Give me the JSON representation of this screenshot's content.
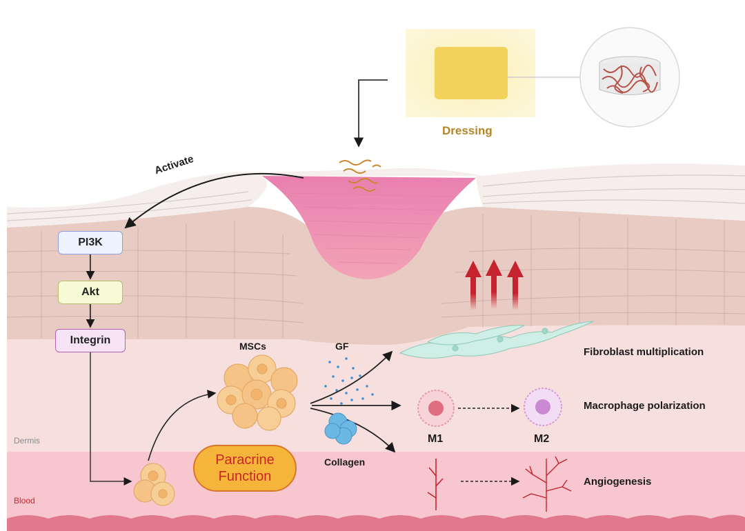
{
  "dressing_label": "Dressing",
  "activate_label": "Activate",
  "pathway": {
    "pi3k": "PI3K",
    "akt": "Akt",
    "integrin": "Integrin"
  },
  "mscs_label": "MSCs",
  "gf_label": "GF",
  "collagen_label": "Collagen",
  "paracrine": {
    "line1": "Paracrine",
    "line2": "Function"
  },
  "outcomes": {
    "fibroblast": "Fibroblast multiplication",
    "macrophage": "Macrophage polarization",
    "angiogenesis": "Angiogenesis"
  },
  "m1_label": "M1",
  "m2_label": "M2",
  "layers": {
    "dermis": "Dermis",
    "blood": "Blood"
  },
  "colors": {
    "wound": "#ef9ab8",
    "dermis": "#f6dfdc",
    "blood": "#f7c6cf",
    "paracrine_text": "#c8262b",
    "paracrine_fill": "#f4b53a",
    "dressing_text": "#b4862a",
    "arrow_red": "#c5232d"
  }
}
